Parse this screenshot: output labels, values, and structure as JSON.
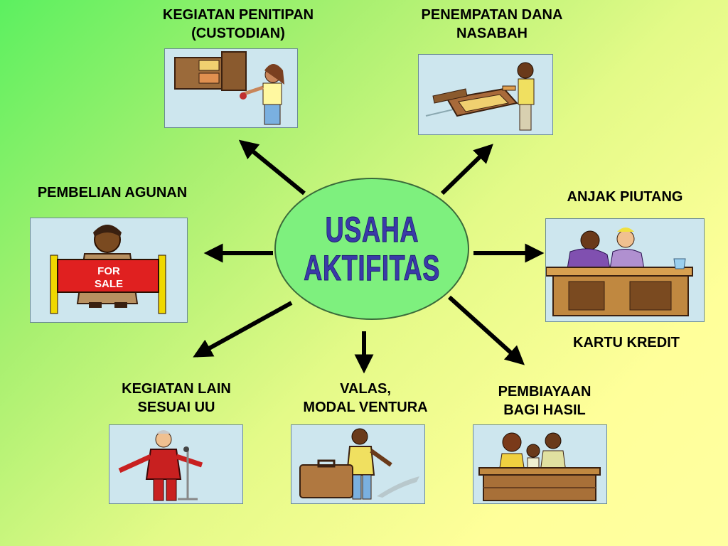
{
  "center": {
    "line1": "USAHA",
    "line2": "AKTIFITAS"
  },
  "nodes": {
    "custodian": "KEGIATAN PENITIPAN\n(CUSTODIAN)",
    "placement": "PENEMPATAN DANA\nNASABAH",
    "collateral": "PEMBELIAN AGUNAN",
    "factoring": "ANJAK PIUTANG",
    "credit_card": "KARTU KREDIT",
    "other": "KEGIATAN LAIN\nSESUAI UU",
    "forex": "VALAS,\nMODAL VENTURA",
    "profit_sharing": "PEMBIAYAAN\nBAGI HASIL"
  },
  "sign": {
    "line1": "FOR",
    "line2": "SALE"
  },
  "colors": {
    "center_fill": "#7ef07e",
    "center_text": "#3a3aa8",
    "photo_bg": "#cde6ee",
    "arrow": "#000000"
  }
}
